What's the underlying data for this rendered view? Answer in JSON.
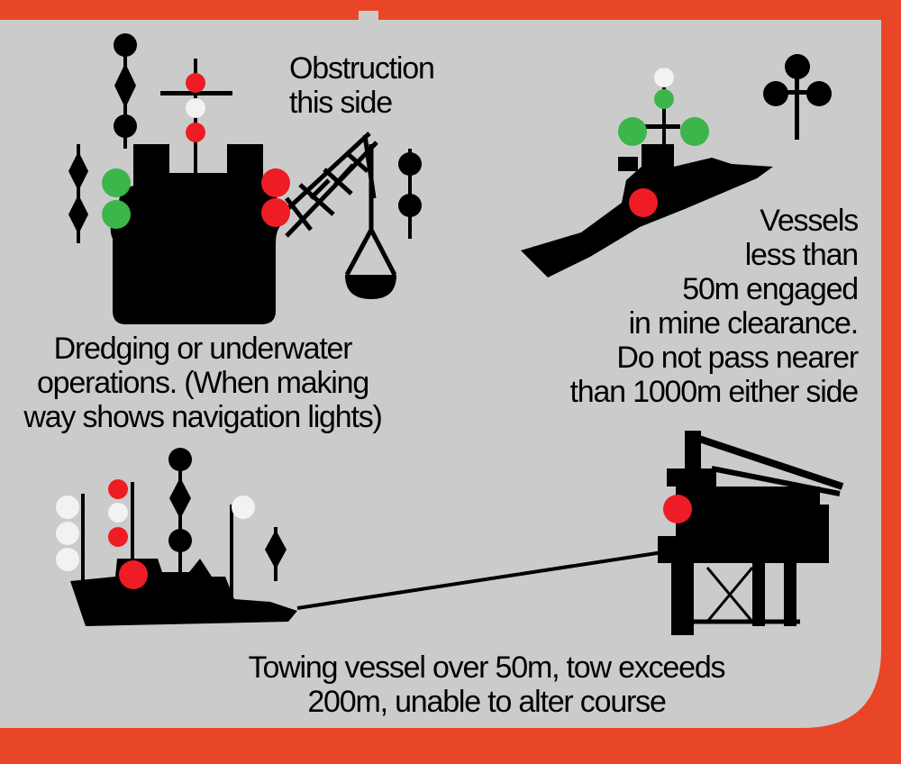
{
  "colors": {
    "frame": "#e84626",
    "panel": "#cbcbcb",
    "shape": "#000000",
    "light_green": "#3cb54a",
    "light_red": "#ee1c25",
    "light_white": "#f2f2f2"
  },
  "labels": {
    "obstruction": [
      "Obstruction",
      "this side"
    ],
    "dredging": [
      "Dredging or underwater",
      "operations. (When making",
      "way shows navigation lights)"
    ],
    "mine": [
      "Vessels",
      "less than",
      "50m engaged",
      "in mine clearance.",
      "Do not pass nearer",
      "than 1000m either side"
    ],
    "towing": [
      "Towing vessel over 50m, tow exceeds",
      "200m, unable to alter course"
    ]
  },
  "icons": [
    "dredger-icon",
    "crane-icon",
    "minesweeper-icon",
    "ball-cross-shape-icon",
    "tug-icon",
    "oil-rig-icon",
    "tow-line-icon"
  ]
}
